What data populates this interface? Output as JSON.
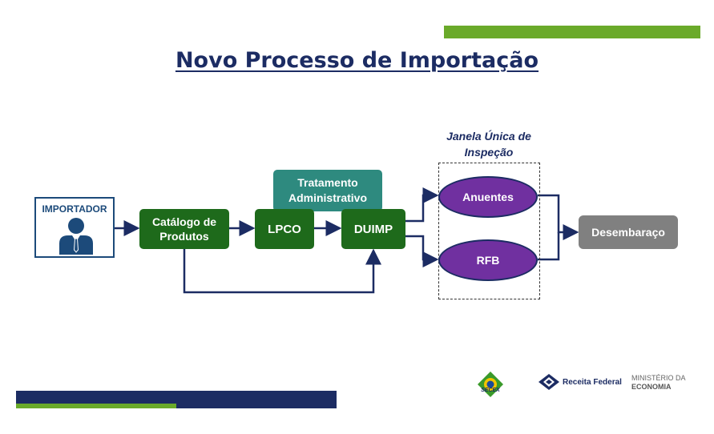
{
  "title": "Novo Processo de Importação",
  "importador": {
    "label": "IMPORTADOR"
  },
  "nodes": {
    "catalogo_line1": "Catálogo de",
    "catalogo_line2": "Produtos",
    "lpco": "LPCO",
    "duimp": "DUIMP",
    "tratamento_line1": "Tratamento",
    "tratamento_line2": "Administrativo",
    "anuentes": "Anuentes",
    "rfb": "RFB",
    "desembaraco": "Desembaraço"
  },
  "janela": {
    "line1": "Janela Única de",
    "line2": "Inspeção"
  },
  "footer": {
    "secex": "SECEX",
    "receita": "Receita Federal",
    "ministerio_line1": "MINISTÉRIO DA",
    "ministerio_line2": "ECONOMIA"
  },
  "colors": {
    "navy": "#1c2c63",
    "green_box": "#1e6a1b",
    "teal_box": "#2e8a7f",
    "purple_oval": "#7030a0",
    "gray_box": "#808080",
    "accent_green": "#6aaa2a"
  }
}
